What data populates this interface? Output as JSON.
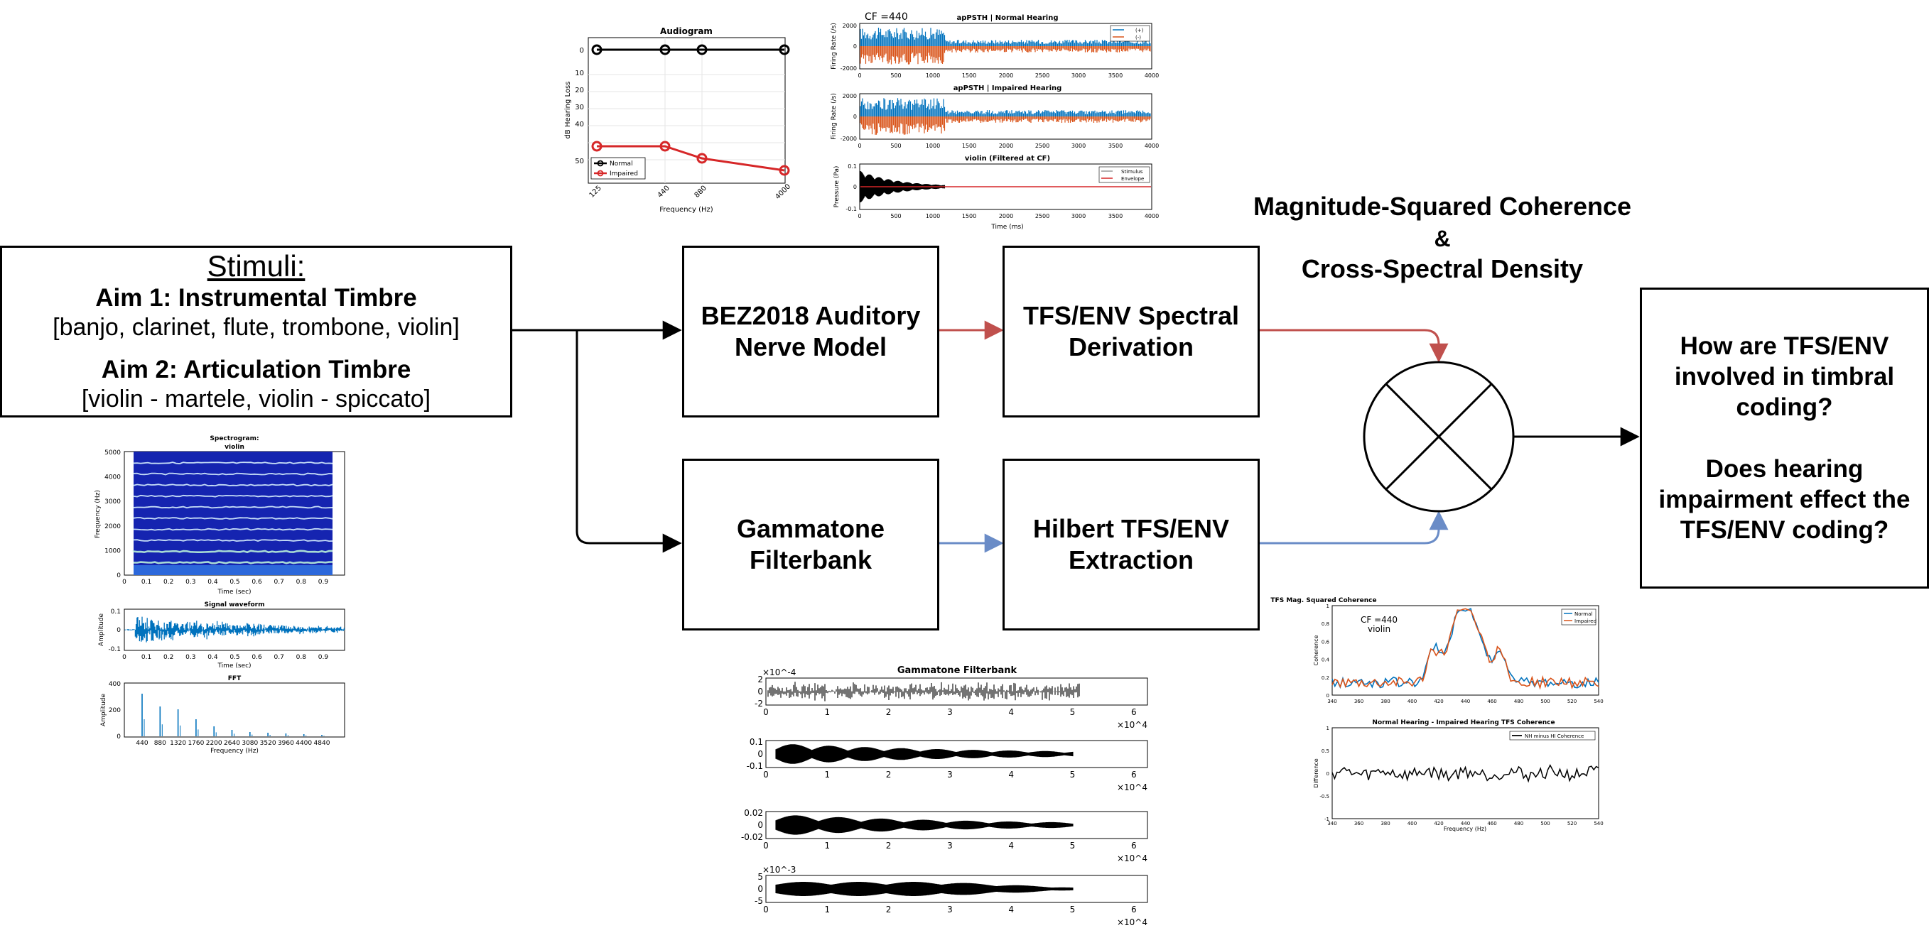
{
  "stimuli": {
    "title": "Stimuli:",
    "aim1_title": "Aim 1: Instrumental Timbre",
    "aim1_items": "[banjo, clarinet, flute, trombone, violin]",
    "aim2_title": "Aim 2: Articulation Timbre",
    "aim2_items": "[violin - martele, violin - spiccato]"
  },
  "blocks": {
    "bez": "BEZ2018 Auditory\nNerve Model",
    "tfs_spectral": "TFS/ENV Spectral\nDerivation",
    "gammatone": "Gammatone\nFilterbank",
    "hilbert": "Hilbert TFS/ENV\nExtraction"
  },
  "coherence": {
    "line1": "Magnitude-Squared Coherence",
    "line2": "&",
    "line3": "Cross-Spectral Density"
  },
  "question": "How are TFS/ENV\ninvolved in timbral\ncoding?\n\nDoes hearing\nimpairment effect the\nTFS/ENV coding?",
  "colors": {
    "red_path": "#c0504d",
    "blue_path": "#6a8cc7",
    "normal": "#000000",
    "impaired": "#d62728",
    "series_blue": "#0072bd",
    "series_orange": "#d95319"
  },
  "audiogram": {
    "title": "Audiogram",
    "xlabel": "Frequency (Hz)",
    "ylabel": "dB Hearing Loss",
    "yticks": [
      "0",
      "10",
      "20",
      "30",
      "40",
      "50"
    ],
    "xticks": [
      "125",
      "440",
      "880",
      "4000"
    ],
    "legend": [
      "Normal",
      "Impaired"
    ]
  },
  "psth": {
    "cf_label": "CF =440",
    "title_normal": "apPSTH | Normal Hearing",
    "title_impaired": "apPSTH | Impaired Hearing",
    "ylabel": "Firing Rate (/s)",
    "yticks": [
      "2000",
      "0",
      "-2000"
    ],
    "xticks": [
      "0",
      "500",
      "1000",
      "1500",
      "2000",
      "2500",
      "3000",
      "3500",
      "4000"
    ],
    "legend": [
      "(+)",
      "(-)"
    ],
    "stim_title": "violin (Filtered at CF)",
    "stim_ylabel": "Pressure (Pa)",
    "stim_yticks": [
      "0.1",
      "0",
      "-0.1"
    ],
    "stim_xlabel": "Time (ms)",
    "stim_legend": [
      "Stimulus",
      "Envelope"
    ]
  },
  "spectrogram": {
    "title1": "Spectrogram:",
    "title2": "violin",
    "ylabel": "Frequency (Hz)",
    "yticks": [
      "5000",
      "4000",
      "3000",
      "2000",
      "1000",
      "0"
    ],
    "xticks": [
      "0",
      "0.1",
      "0.2",
      "0.3",
      "0.4",
      "0.5",
      "0.6",
      "0.7",
      "0.8",
      "0.9"
    ],
    "xlabel": "Time (sec)"
  },
  "waveform": {
    "title": "Signal waveform",
    "ylabel": "Amplitude",
    "yticks": [
      "0.1",
      "0",
      "-0.1"
    ],
    "xticks": [
      "0",
      "0.1",
      "0.2",
      "0.3",
      "0.4",
      "0.5",
      "0.6",
      "0.7",
      "0.8",
      "0.9"
    ],
    "xlabel": "Time (sec)"
  },
  "fft": {
    "title": "FFT",
    "ylabel": "Amplitude",
    "yticks": [
      "400",
      "200",
      "0"
    ],
    "xticks": [
      "440",
      "880",
      "1320",
      "1760",
      "2200",
      "2640",
      "3080",
      "3520",
      "3960",
      "4400",
      "4840"
    ],
    "xlabel": "Frequency (Hz)"
  },
  "gammatone_fig": {
    "title": "Gammatone Filterbank",
    "xticks": [
      "0",
      "1",
      "2",
      "3",
      "4",
      "5",
      "6"
    ],
    "exp_x": "×10^4",
    "panels": [
      {
        "exp": "×10^-4",
        "yticks": [
          "2",
          "0",
          "-2"
        ]
      },
      {
        "exp": "",
        "yticks": [
          "0.1",
          "0",
          "-0.1"
        ]
      },
      {
        "exp": "",
        "yticks": [
          "0.02",
          "0",
          "-0.02"
        ]
      },
      {
        "exp": "×10^-3",
        "yticks": [
          "5",
          "0",
          "-5"
        ]
      }
    ]
  },
  "tfs_coherence": {
    "title": "TFS Mag. Squared Coherence",
    "annotation1": "CF =440",
    "annotation2": "violin",
    "ylabel": "Coherence",
    "yticks": [
      "1",
      "0.8",
      "0.6",
      "0.4",
      "0.2",
      "0"
    ],
    "xticks": [
      "340",
      "360",
      "380",
      "400",
      "420",
      "440",
      "460",
      "480",
      "500",
      "520",
      "540"
    ],
    "legend": [
      "Normal",
      "Impaired"
    ]
  },
  "diff_coherence": {
    "title": "Normal Hearing - Impaired Hearing TFS Coherence",
    "ylabel": "Difference",
    "yticks": [
      "1",
      "0.5",
      "0",
      "-0.5",
      "-1"
    ],
    "xticks": [
      "340",
      "360",
      "380",
      "400",
      "420",
      "440",
      "460",
      "480",
      "500",
      "520",
      "540"
    ],
    "xlabel": "Frequency (Hz)",
    "legend": [
      "NH minus HI Coherence"
    ]
  }
}
